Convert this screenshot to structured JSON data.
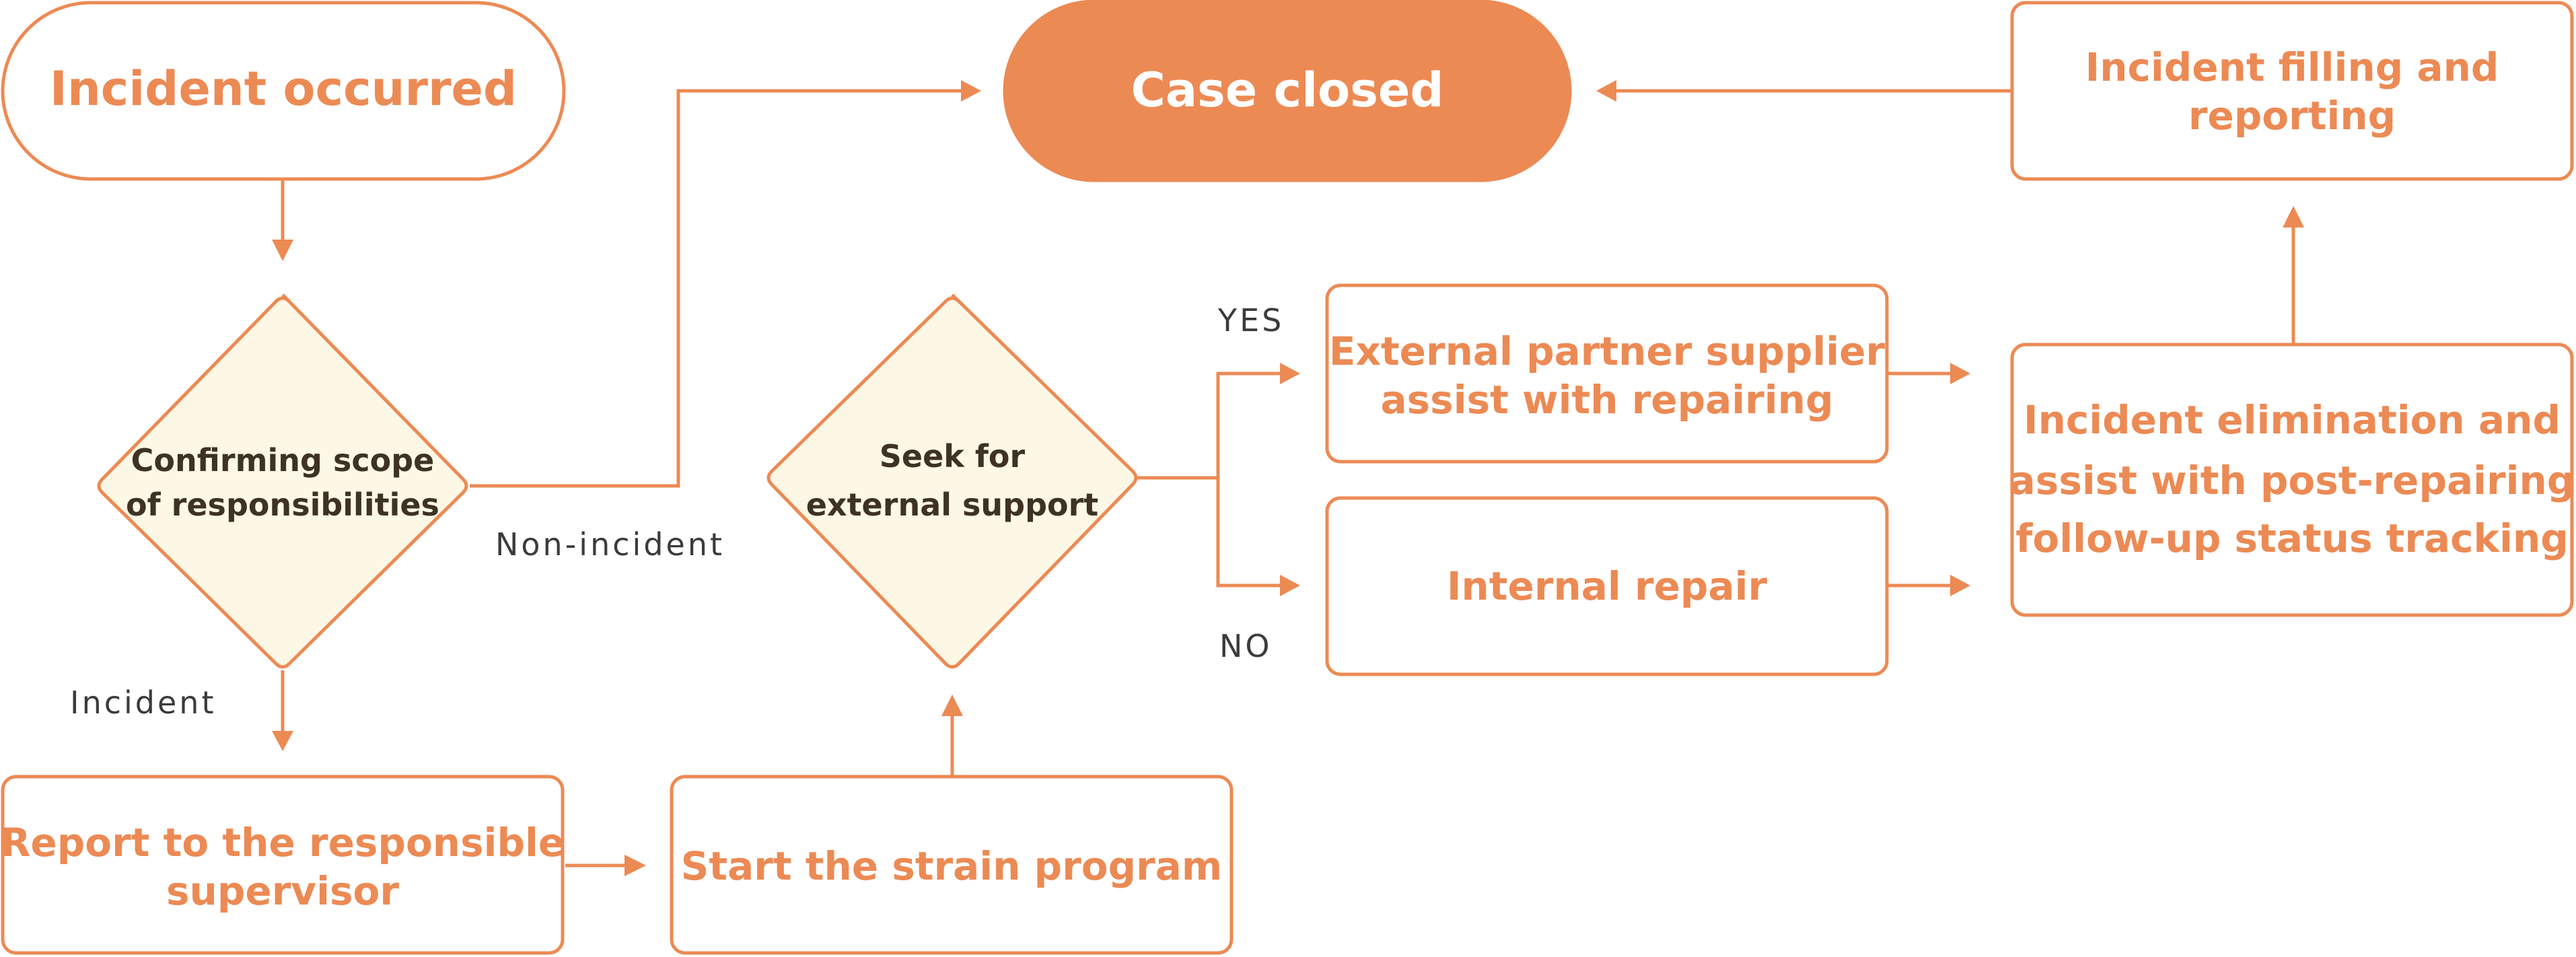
{
  "colors": {
    "accent": "#EC8A54",
    "decision_fill": "#FDF7E5",
    "decision_text": "#3D3224",
    "label_text": "#3B3B3B",
    "background": "#FFFFFF"
  },
  "nodes": {
    "incident_occurred": "Incident occurred",
    "case_closed": "Case closed",
    "incident_filling": [
      "Incident filling and",
      "reporting"
    ],
    "confirming_scope": [
      "Confirming scope",
      "of responsibilities"
    ],
    "seek_support": [
      "Seek for",
      "external support"
    ],
    "external_partner": [
      "External partner supplier",
      "assist with repairing"
    ],
    "internal_repair": "Internal repair",
    "incident_elimination": [
      "Incident elimination and",
      "assist with post-repairing",
      "follow-up status tracking"
    ],
    "report_supervisor": [
      "Report to the responsible",
      "supervisor"
    ],
    "start_strain": "Start the strain program"
  },
  "edges": {
    "non_incident": "Non-incident",
    "incident": "Incident",
    "yes": "YES",
    "no": "NO"
  }
}
